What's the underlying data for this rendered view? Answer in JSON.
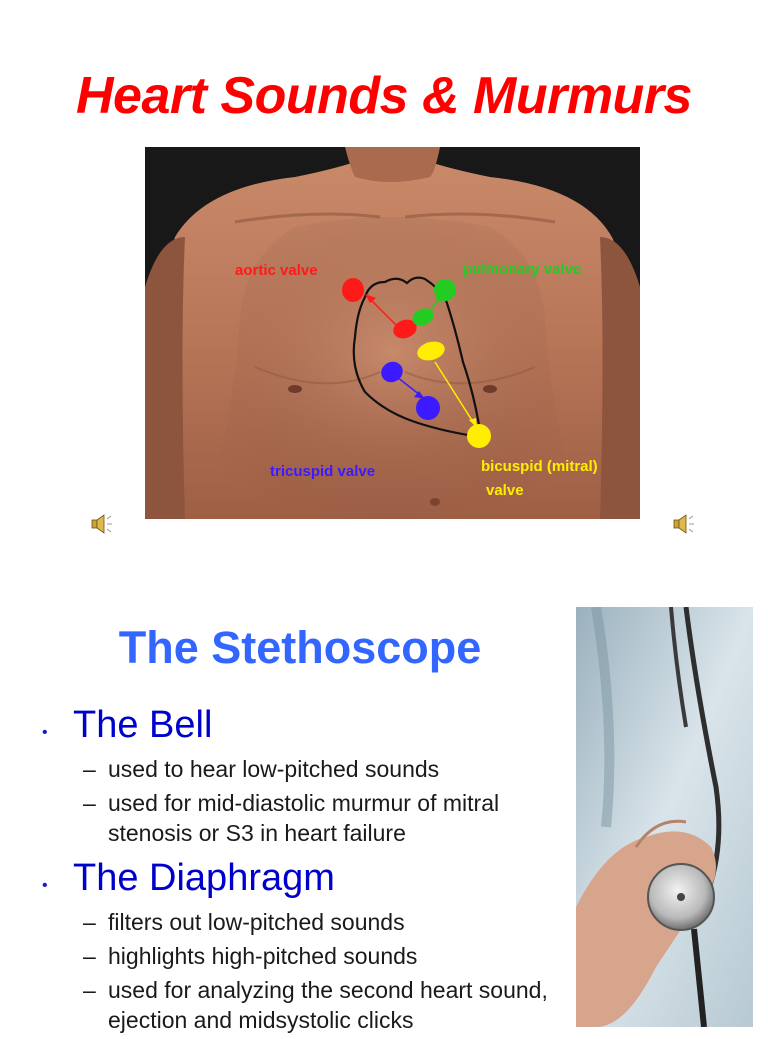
{
  "slide1": {
    "title": "Heart Sounds & Murmurs",
    "labels": {
      "aortic": "aortic valve",
      "pulmonary": "pulmonary valve",
      "tricuspid": "tricuspid valve",
      "bicuspid_line1": "bicuspid (mitral)",
      "bicuspid_line2": "valve"
    },
    "colors": {
      "title": "#ff0000",
      "aortic": "#ff1a1a",
      "pulmonary": "#22cc22",
      "tricuspid": "#3b1aff",
      "bicuspid": "#ffee00"
    },
    "icons": [
      "speaker-icon",
      "speaker-icon"
    ]
  },
  "slide2": {
    "title": "The Stethoscope",
    "sections": [
      {
        "heading": "The Bell",
        "items": [
          "used to hear low-pitched sounds",
          "used for mid-diastolic murmur of mitral stenosis or S3 in heart failure"
        ]
      },
      {
        "heading": "The Diaphragm",
        "items": [
          "filters out low-pitched sounds",
          "highlights high-pitched sounds",
          "used for analyzing the second heart sound, ejection and midsystolic clicks"
        ]
      }
    ],
    "colors": {
      "title": "#3366ff",
      "heading": "#0000cc"
    }
  }
}
